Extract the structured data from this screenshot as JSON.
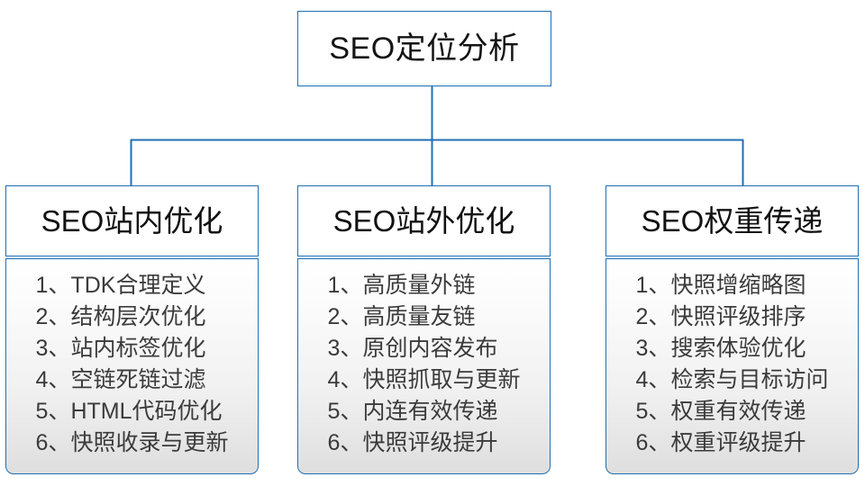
{
  "diagram": {
    "type": "org-chart",
    "accent_color": "#1f6fb5",
    "text_color": "#3b3b3b",
    "heading_color": "#111111",
    "background": "#ffffff",
    "root": {
      "label": "SEO定位分析"
    },
    "branches": [
      {
        "header": "SEO站内优化",
        "items": [
          {
            "index": "1、",
            "text": "TDK合理定义"
          },
          {
            "index": "2、",
            "text": "结构层次优化"
          },
          {
            "index": "3、",
            "text": "站内标签优化"
          },
          {
            "index": "4、",
            "text": "空链死链过滤"
          },
          {
            "index": "5、",
            "text": "HTML代码优化"
          },
          {
            "index": "6、",
            "text": "快照收录与更新"
          }
        ]
      },
      {
        "header": "SEO站外优化",
        "items": [
          {
            "index": "1、",
            "text": "高质量外链"
          },
          {
            "index": "2、",
            "text": "高质量友链"
          },
          {
            "index": "3、",
            "text": "原创内容发布"
          },
          {
            "index": "4、",
            "text": "快照抓取与更新"
          },
          {
            "index": "5、",
            "text": "内连有效传递"
          },
          {
            "index": "6、",
            "text": "快照评级提升"
          }
        ]
      },
      {
        "header": "SEO权重传递",
        "items": [
          {
            "index": "1、",
            "text": "快照增缩略图"
          },
          {
            "index": "2、",
            "text": "快照评级排序"
          },
          {
            "index": "3、",
            "text": "搜索体验优化"
          },
          {
            "index": "4、",
            "text": "检索与目标访问"
          },
          {
            "index": "5、",
            "text": "权重有效传递"
          },
          {
            "index": "6、",
            "text": "权重评级提升"
          }
        ]
      }
    ]
  }
}
